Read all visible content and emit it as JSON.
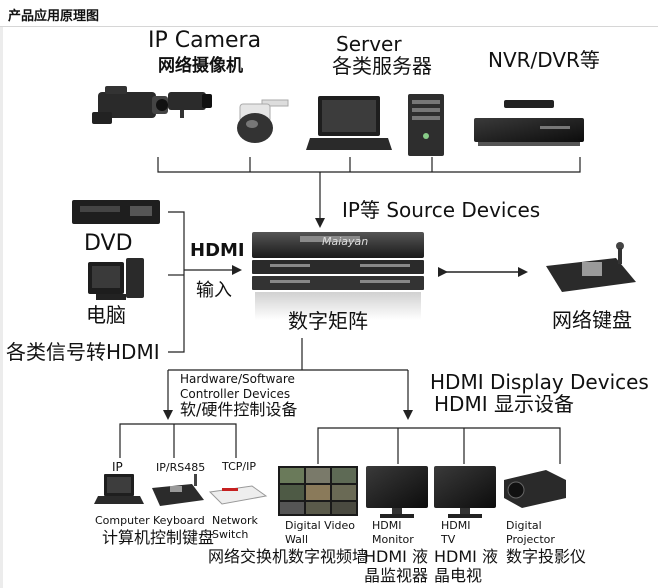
{
  "header": {
    "title": "产品应用原理图"
  },
  "sources": {
    "ip_camera_en": "IP Camera",
    "ip_camera_cn": "网络摄像机",
    "server_en": "Server",
    "server_cn": "各类服务器",
    "nvr": "NVR/DVR等",
    "source_devices": "IP等 Source Devices"
  },
  "left_inputs": {
    "dvd": "DVD",
    "pc": "电脑",
    "convert": "各类信号转HDMI",
    "hdmi": "HDMI",
    "input": "输入"
  },
  "matrix": {
    "label": "数字矩阵",
    "brand": "Maiayan"
  },
  "keyboard": {
    "label": "网络键盘"
  },
  "controller": {
    "line1": "Hardware/Software",
    "line2": "Controller Devices",
    "cn": "软/硬件控制设备"
  },
  "display": {
    "en": "HDMI Display Devices",
    "cn": "HDMI 显示设备"
  },
  "ctrl_items": {
    "ip": "IP",
    "ip_rs485": "IP/RS485",
    "tcp_ip": "TCP/IP",
    "computer": "Computer",
    "keyboard_en": "Keyboard",
    "network_en": "Network",
    "switch_en": "Switch",
    "cn": "计算机控制键盘"
  },
  "disp_items": {
    "video_wall_1": "Digital  Video",
    "video_wall_2": "Wall",
    "hdmi1": "HDMI",
    "monitor": "Monitor",
    "hdmi2": "HDMI",
    "tv": "TV",
    "digital": "Digital",
    "projector": "Projector",
    "cn_bottom_1": "网络交换机数字视频墙",
    "cn_monitor_1": "HDMI 液",
    "cn_tv_1": "HDMI 液",
    "cn_projector": "数字投影仪",
    "cn_monitor_2": "晶监视器",
    "cn_tv_2": "晶电视"
  },
  "colors": {
    "line": "#222222",
    "device_dark": "#1c1c1c",
    "device_silver": "#c8c8c8",
    "accent_red": "#c62020"
  }
}
